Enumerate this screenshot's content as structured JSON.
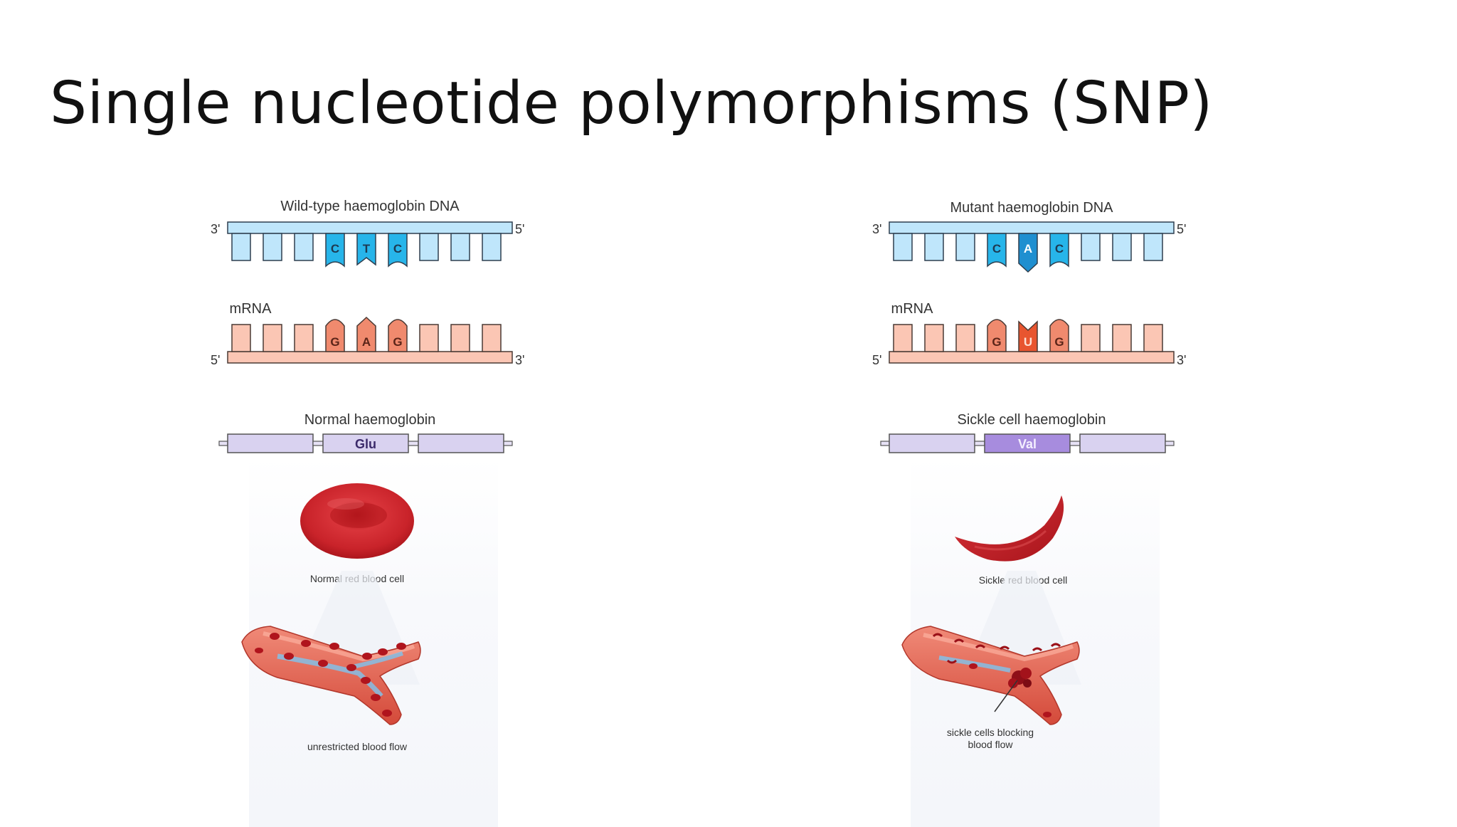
{
  "slide": {
    "title": "Single nucleotide polymorphisms (SNP)"
  },
  "colors": {
    "dna_fill": "#bfe6fb",
    "dna_mark": "#27b5ea",
    "dna_stroke": "#2e3f4f",
    "mrna_fill": "#fbc6b4",
    "mrna_mark": "#f08a6e",
    "mrna_mutant": "#e8552f",
    "protein_fill": "#d9d2f0",
    "protein_mutant": "#a78cde",
    "cell_red": "#c91f25"
  },
  "wild_type": {
    "dna_title": "Wild-type haemoglobin DNA",
    "dna_left_end": "3'",
    "dna_right_end": "5'",
    "dna_bases": [
      "C",
      "T",
      "C"
    ],
    "mrna_label": "mRNA",
    "mrna_left_end": "5'",
    "mrna_right_end": "3'",
    "mrna_bases": [
      "G",
      "A",
      "G"
    ],
    "protein_title": "Normal haemoglobin",
    "amino_acid": "Glu",
    "cell_label": "Normal red blood cell",
    "vessel_label": "unrestricted blood flow"
  },
  "mutant": {
    "dna_title": "Mutant haemoglobin DNA",
    "dna_left_end": "3'",
    "dna_right_end": "5'",
    "dna_bases": [
      "C",
      "A",
      "C"
    ],
    "mrna_label": "mRNA",
    "mrna_left_end": "5'",
    "mrna_right_end": "3'",
    "mrna_bases": [
      "G",
      "U",
      "G"
    ],
    "protein_title": "Sickle cell haemoglobin",
    "amino_acid": "Val",
    "cell_label": "Sickle red blood cell",
    "vessel_label_line1": "sickle cells blocking",
    "vessel_label_line2": "blood flow"
  }
}
